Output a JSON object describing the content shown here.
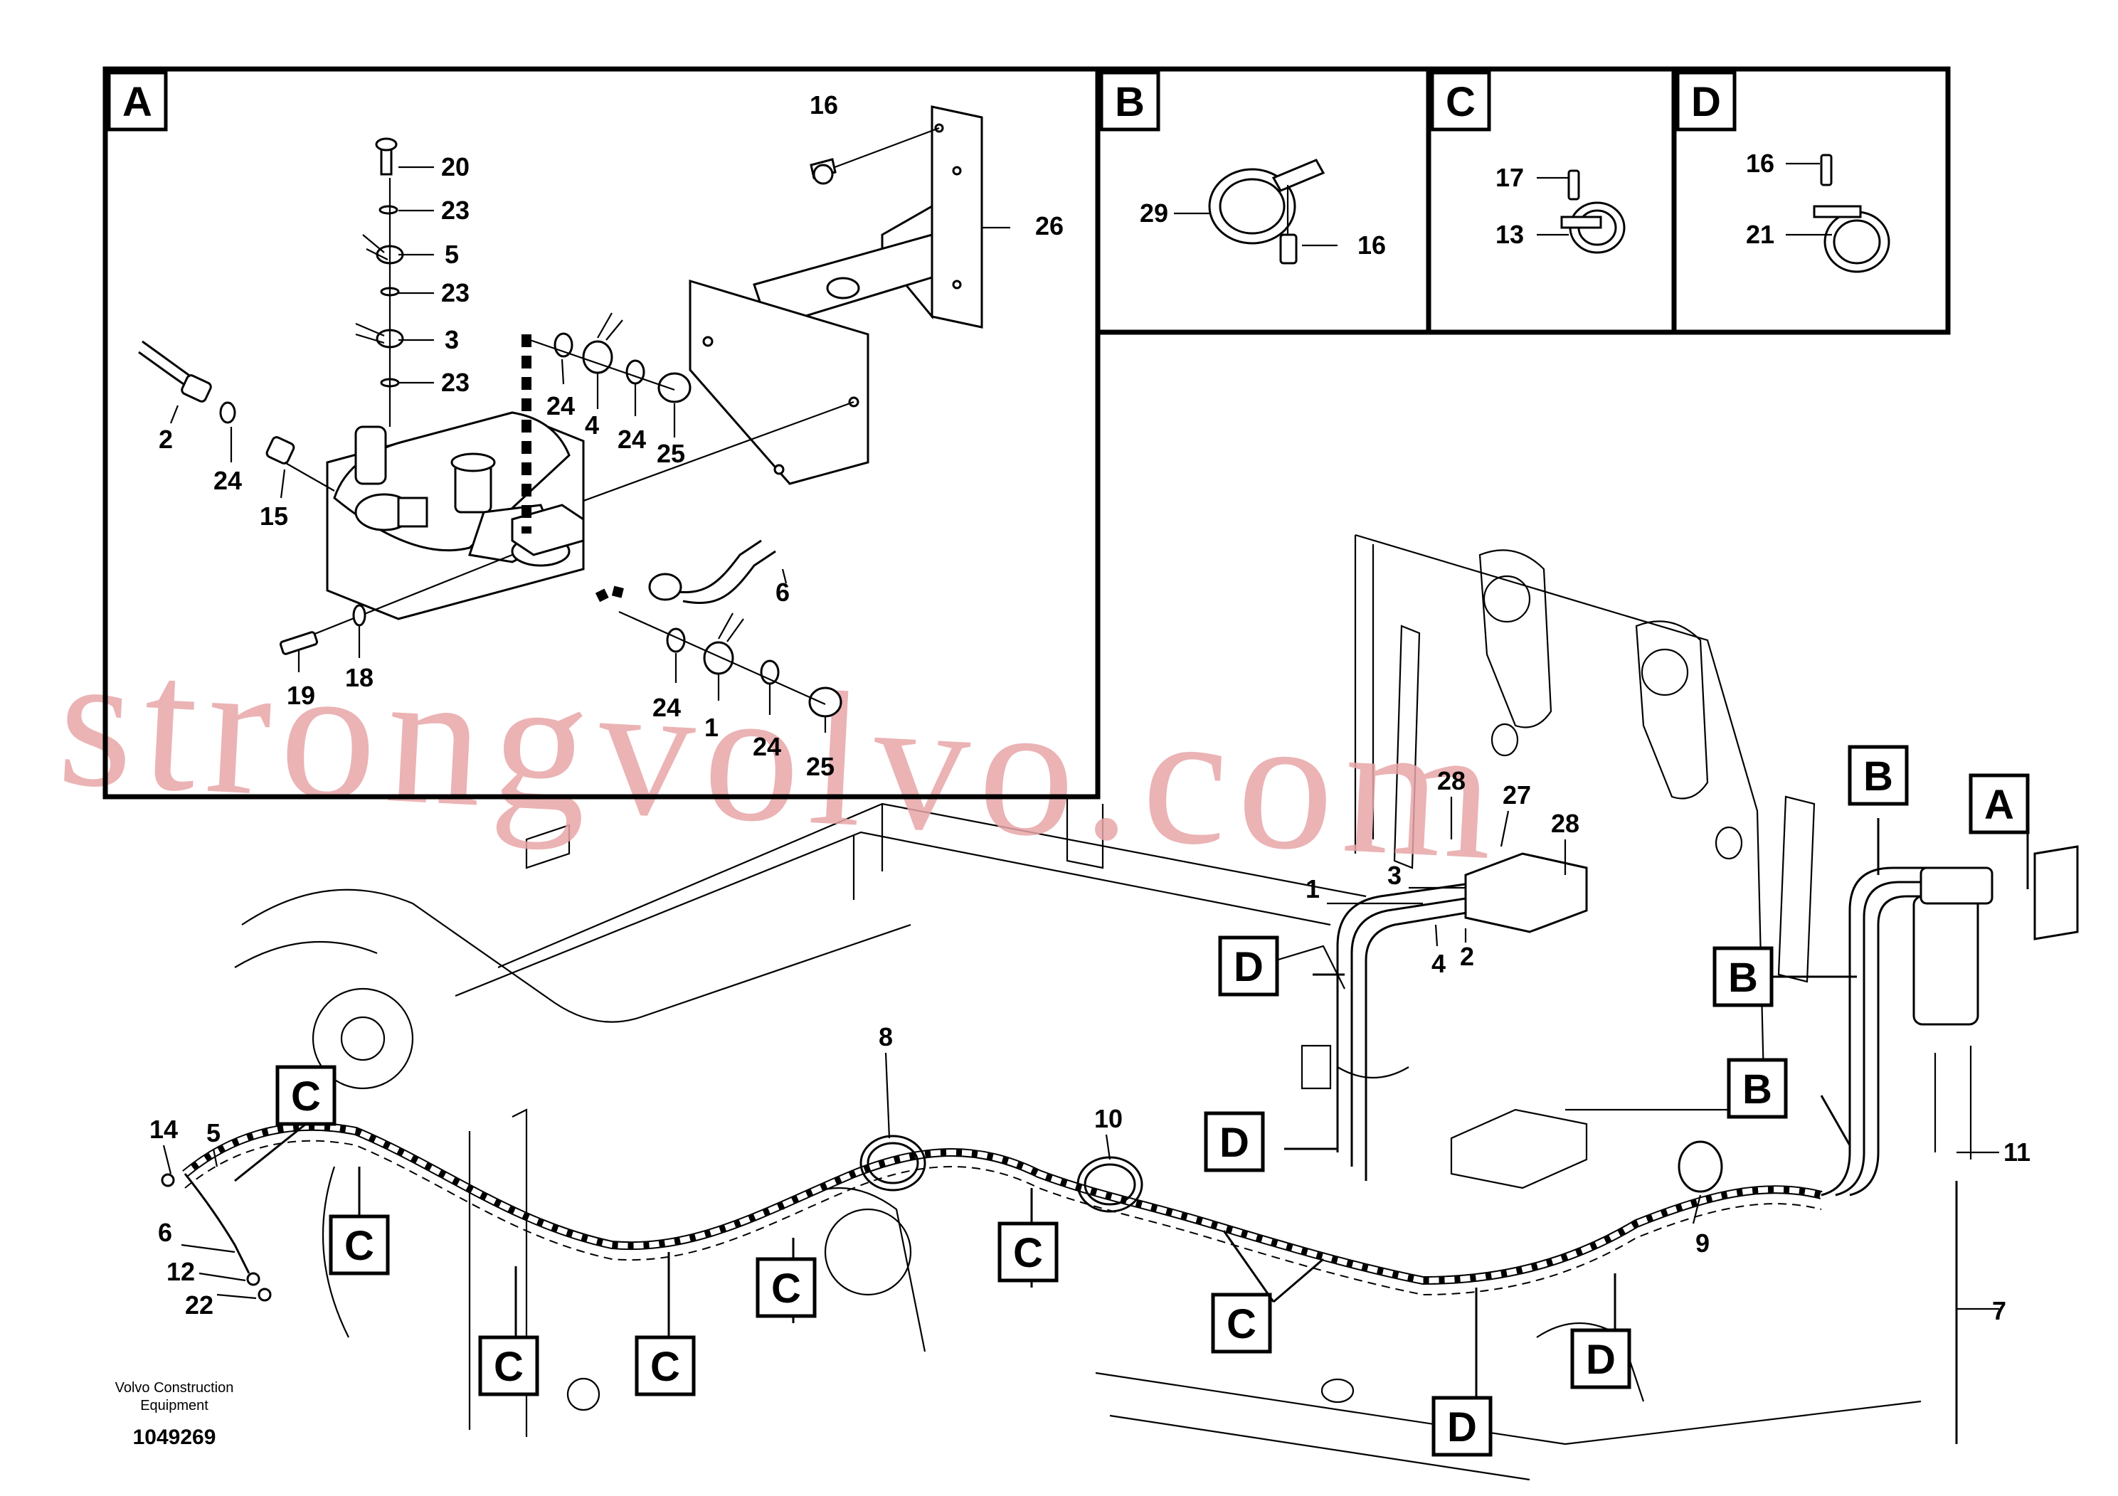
{
  "panels": {
    "a": {
      "tag": "A"
    },
    "b": {
      "tag": "B"
    },
    "c": {
      "tag": "C"
    },
    "d": {
      "tag": "D"
    }
  },
  "callouts": {
    "a_16": "16",
    "a_26": "26",
    "a_20": "20",
    "a_23a": "23",
    "a_5": "5",
    "a_23b": "23",
    "a_3": "3",
    "a_23c": "23",
    "a_2": "2",
    "a_24a": "24",
    "a_15": "15",
    "a_24b": "24",
    "a_4": "4",
    "a_24c": "24",
    "a_25a": "25",
    "a_6": "6",
    "a_19": "19",
    "a_18": "18",
    "a_24d": "24",
    "a_1": "1",
    "a_24e": "24",
    "a_25b": "25",
    "b_29": "29",
    "b_16": "16",
    "c_17": "17",
    "c_13": "13",
    "d_16": "16",
    "d_21": "21",
    "m_28a": "28",
    "m_27": "27",
    "m_28b": "28",
    "m_1": "1",
    "m_3": "3",
    "m_4": "4",
    "m_2": "2",
    "m_8": "8",
    "m_10": "10",
    "m_14": "14",
    "m_5": "5",
    "m_6": "6",
    "m_12": "12",
    "m_22": "22",
    "m_9": "9",
    "m_11": "11",
    "m_7": "7"
  },
  "clip_tags": {
    "b1": "B",
    "a_main": "A",
    "b2": "B",
    "b3": "B",
    "d1": "D",
    "d2": "D",
    "d3": "D",
    "d4": "D",
    "c1": "C",
    "c2": "C",
    "c3": "C",
    "c4": "C",
    "c5": "C",
    "c6": "C",
    "c7": "C"
  },
  "footer": {
    "company_line1": "Volvo Construction",
    "company_line2": "Equipment",
    "drawing_number": "1049269"
  },
  "watermark": "strongvolvo.com"
}
